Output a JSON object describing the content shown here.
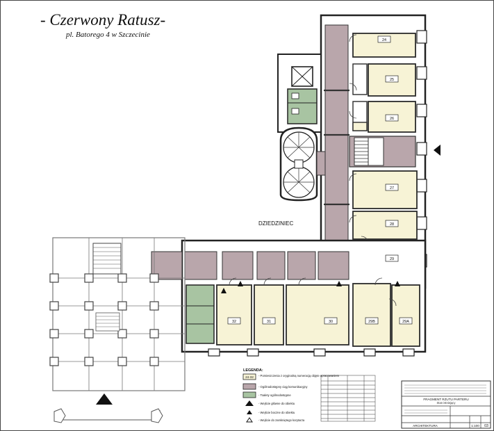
{
  "header": {
    "title": "- Czerwony Ratusz-",
    "address": "pl. Batorego 4 w Szczecinie"
  },
  "plan": {
    "courtyard_label": "DZIEDZINIEC",
    "rooms": [
      "24",
      "25",
      "26",
      "27",
      "28",
      "29",
      "32",
      "31",
      "30",
      "29B",
      "29A"
    ],
    "colors": {
      "room_fill": "#f7f3d6",
      "corridor_fill": "#b9a6ab",
      "toilet_fill": "#a8c4a2",
      "wall": "#2a2a2a"
    }
  },
  "legend": {
    "title": "LEGENDA:",
    "items": [
      {
        "swatch": "24-32",
        "text": "- Pomieszczenia z oryginalną numeracją objęte opracowaniem"
      },
      {
        "swatch": "",
        "text": "- Ogólnodostępny ciąg komunikacyjny"
      },
      {
        "swatch": "",
        "text": "- Toalety ogólnodostępne"
      },
      {
        "swatch": "",
        "text": "- Wejście główne do obiektu"
      },
      {
        "swatch": "",
        "text": "- Wejście boczne do obiektu"
      },
      {
        "swatch": "",
        "text": "- Wejście do zamkniętego korytarza"
      }
    ]
  },
  "titleblock": {
    "drawing": "FRAGMENT RZUTU PARTERU",
    "status": "Stan istniejący",
    "discipline": "ARCHITEKTURA",
    "scale": "1:100",
    "sheet": "03"
  }
}
